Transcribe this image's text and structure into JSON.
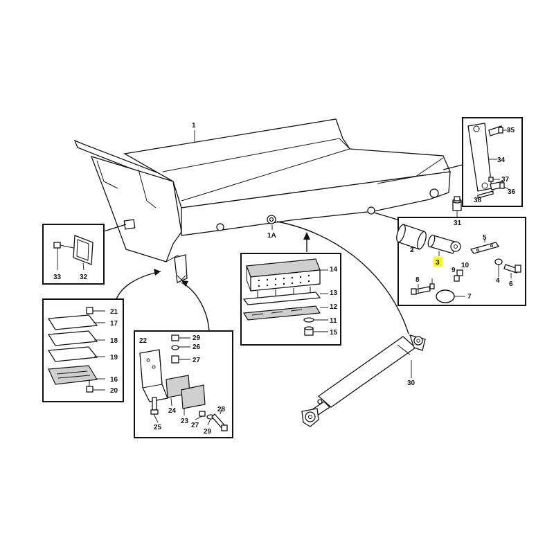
{
  "colors": {
    "highlight": "#ffff00",
    "line": "#111111",
    "fill": "#ffffff",
    "shade": "#cfcfcf"
  },
  "labels": {
    "l1": "1",
    "l1a": "1A",
    "l2": "2",
    "l3": "3",
    "l4": "4",
    "l5": "5",
    "l6": "6",
    "l7": "7",
    "l8": "8",
    "l9": "9",
    "l10": "10",
    "l11": "11",
    "l12": "12",
    "l13": "13",
    "l14": "14",
    "l15": "15",
    "l16": "16",
    "l17": "17",
    "l18": "18",
    "l19": "19",
    "l20": "20",
    "l21": "21",
    "l22": "22",
    "l23": "23",
    "l24": "24",
    "l25": "25",
    "l26": "26",
    "l27a": "27",
    "l27b": "27",
    "l28": "28",
    "l29a": "29",
    "l29b": "29",
    "l30": "30",
    "l31": "31",
    "l32": "32",
    "l33": "33",
    "l34": "34",
    "l35": "35",
    "l36": "36",
    "l37": "37",
    "l38": "38"
  },
  "highlighted_label": "3"
}
